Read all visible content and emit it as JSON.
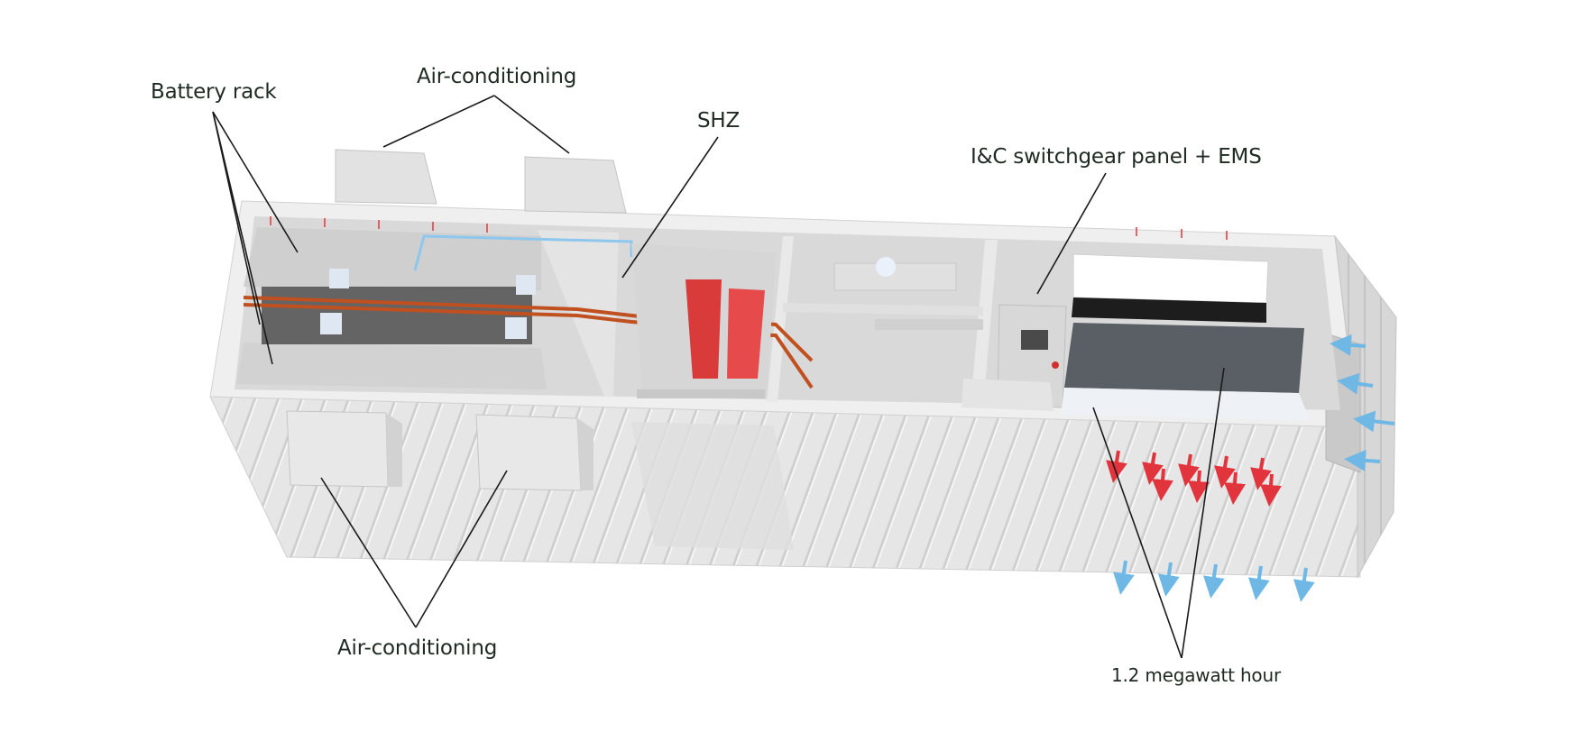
{
  "labels": {
    "battery_rack": "Battery rack",
    "air_conditioning_top": "Air-conditioning",
    "shz": "SHZ",
    "ic_switchgear": "I&C switchgear panel + EMS",
    "air_conditioning_bottom": "Air-conditioning",
    "capacity": "1.2 megawatt hour"
  },
  "colors": {
    "wall_light": "#ececec",
    "wall_mid": "#dcdcdc",
    "wall_dark": "#c9c9c9",
    "cable_orange": "#c0501f",
    "hot_air_red": "#e2343c",
    "cool_air_blue": "#6fb8e6",
    "callout_line": "#1a1a1a"
  },
  "icons": {
    "hot_air_arrow": "arrow-down-icon",
    "cool_air_arrow": "arrow-left-icon"
  }
}
